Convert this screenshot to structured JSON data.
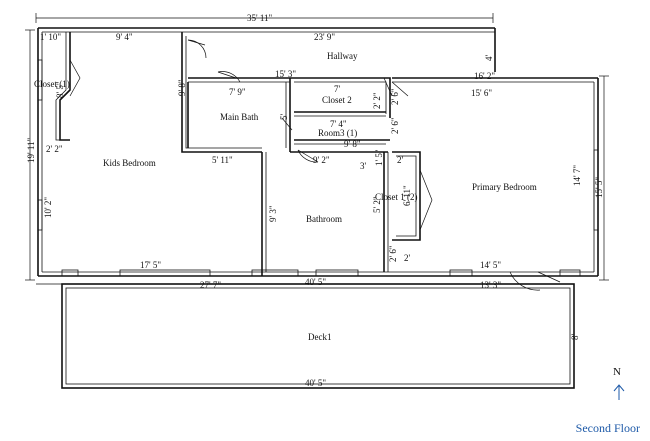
{
  "rooms": {
    "hallway": "Hallway",
    "closet2": "Closet 2",
    "closet_left": "Closet (1)",
    "main_bath": "Main Bath",
    "room3": "Room3  (1)",
    "kids_bedroom": "Kids Bedroom",
    "bathroom": "Bathroom",
    "closet1": "Closet 1  (2)",
    "primary_bedroom": "Primary Bedroom",
    "deck": "Deck1"
  },
  "dimensions": {
    "overall_top": "35' 11\"",
    "overall_left": "19' 11\"",
    "overall_right": "15' 5\"",
    "closet_left_top": "1' 10\"",
    "kids_top": "9' 4\"",
    "hall_width": "23' 9\"",
    "hall_depth": "4'",
    "closet_left_side": "8' 5\"",
    "main_bath_wall": "9' 8\"",
    "hall_segment": "15' 3\"",
    "primary_top_outer": "16' 2\"",
    "main_bath_width": "7' 9\"",
    "closet2_width": "7'",
    "closet2_depth": "2' 2\"",
    "closet2_side": "2' 6\"",
    "primary_top_inner": "15' 6\"",
    "main_bath_depth": "5'",
    "room3_width": "7' 4\"",
    "room3_depth": "2' 6\"",
    "kids_corner": "2' 2\"",
    "room3_span": "9' 8\"",
    "kids_mid": "5' 11\"",
    "bath_stub": "9' 2\"",
    "bath_closet_small": "3'",
    "closet_stub_a": "1' 5\"",
    "closet_stub_b": "2'",
    "primary_side": "14' 7\"",
    "kids_side": "10' 2\"",
    "bath_depth": "9' 3\"",
    "bath_closet_side": "5' 2\"",
    "closet1_depth": "6' 11\"",
    "closet_bottom_a": "2' 6\"",
    "closet_bottom_b": "2'",
    "kids_bottom": "17' 5\"",
    "primary_bottom": "14' 5\"",
    "house_bottom": "40' 5\"",
    "deck_top_left": "27' 7\"",
    "deck_top_right": "13' 3\"",
    "deck_depth": "8'",
    "deck_bottom": "40' 5\""
  },
  "compass": {
    "label": "N"
  },
  "floor_label": "Second Floor"
}
